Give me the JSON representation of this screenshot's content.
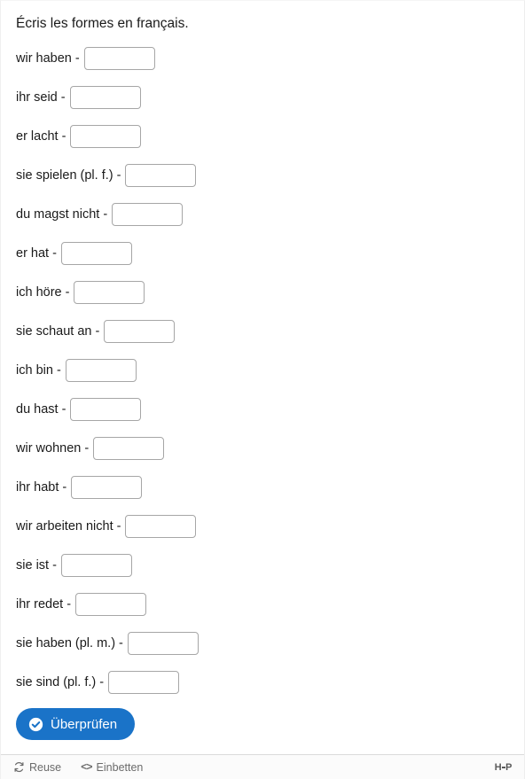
{
  "task": {
    "title": "Écris les formes en français.",
    "blanks": [
      {
        "cue": "wir haben -",
        "value": "",
        "placeholder": ""
      },
      {
        "cue": "ihr seid -",
        "value": "",
        "placeholder": ""
      },
      {
        "cue": "er lacht -",
        "value": "",
        "placeholder": ""
      },
      {
        "cue": "sie spielen (pl. f.) -",
        "value": "",
        "placeholder": ""
      },
      {
        "cue": "du magst nicht -",
        "value": "",
        "placeholder": ""
      },
      {
        "cue": "er hat -",
        "value": "",
        "placeholder": ""
      },
      {
        "cue": "ich höre -",
        "value": "",
        "placeholder": ""
      },
      {
        "cue": "sie schaut an -",
        "value": "",
        "placeholder": ""
      },
      {
        "cue": "ich bin -",
        "value": "",
        "placeholder": ""
      },
      {
        "cue": "du hast -",
        "value": "",
        "placeholder": ""
      },
      {
        "cue": "wir wohnen -",
        "value": "",
        "placeholder": ""
      },
      {
        "cue": "ihr habt -",
        "value": "",
        "placeholder": ""
      },
      {
        "cue": "wir arbeiten nicht -",
        "value": "",
        "placeholder": ""
      },
      {
        "cue": "sie ist -",
        "value": "",
        "placeholder": ""
      },
      {
        "cue": "ihr redet -",
        "value": "",
        "placeholder": ""
      },
      {
        "cue": "sie haben (pl. m.) -",
        "value": "",
        "placeholder": ""
      },
      {
        "cue": "sie sind (pl. f.) -",
        "value": "",
        "placeholder": ""
      }
    ],
    "check_label": "Überprüfen",
    "check_icon": "check-circle-icon"
  },
  "footer": {
    "reuse_label": "Reuse",
    "reuse_icon": "rotate-icon",
    "embed_label": "Einbetten",
    "embed_icon": "code-brackets-icon",
    "logo_text_left": "H",
    "logo_text_right": "P",
    "logo_name": "h5p-logo"
  },
  "colors": {
    "accent": "#1a73c8",
    "text": "#1a1a1a",
    "muted": "#6b6b6b",
    "input_border": "#a6a6a6",
    "footer_bg": "#fbfbfb",
    "footer_border": "#dbdbdb"
  }
}
